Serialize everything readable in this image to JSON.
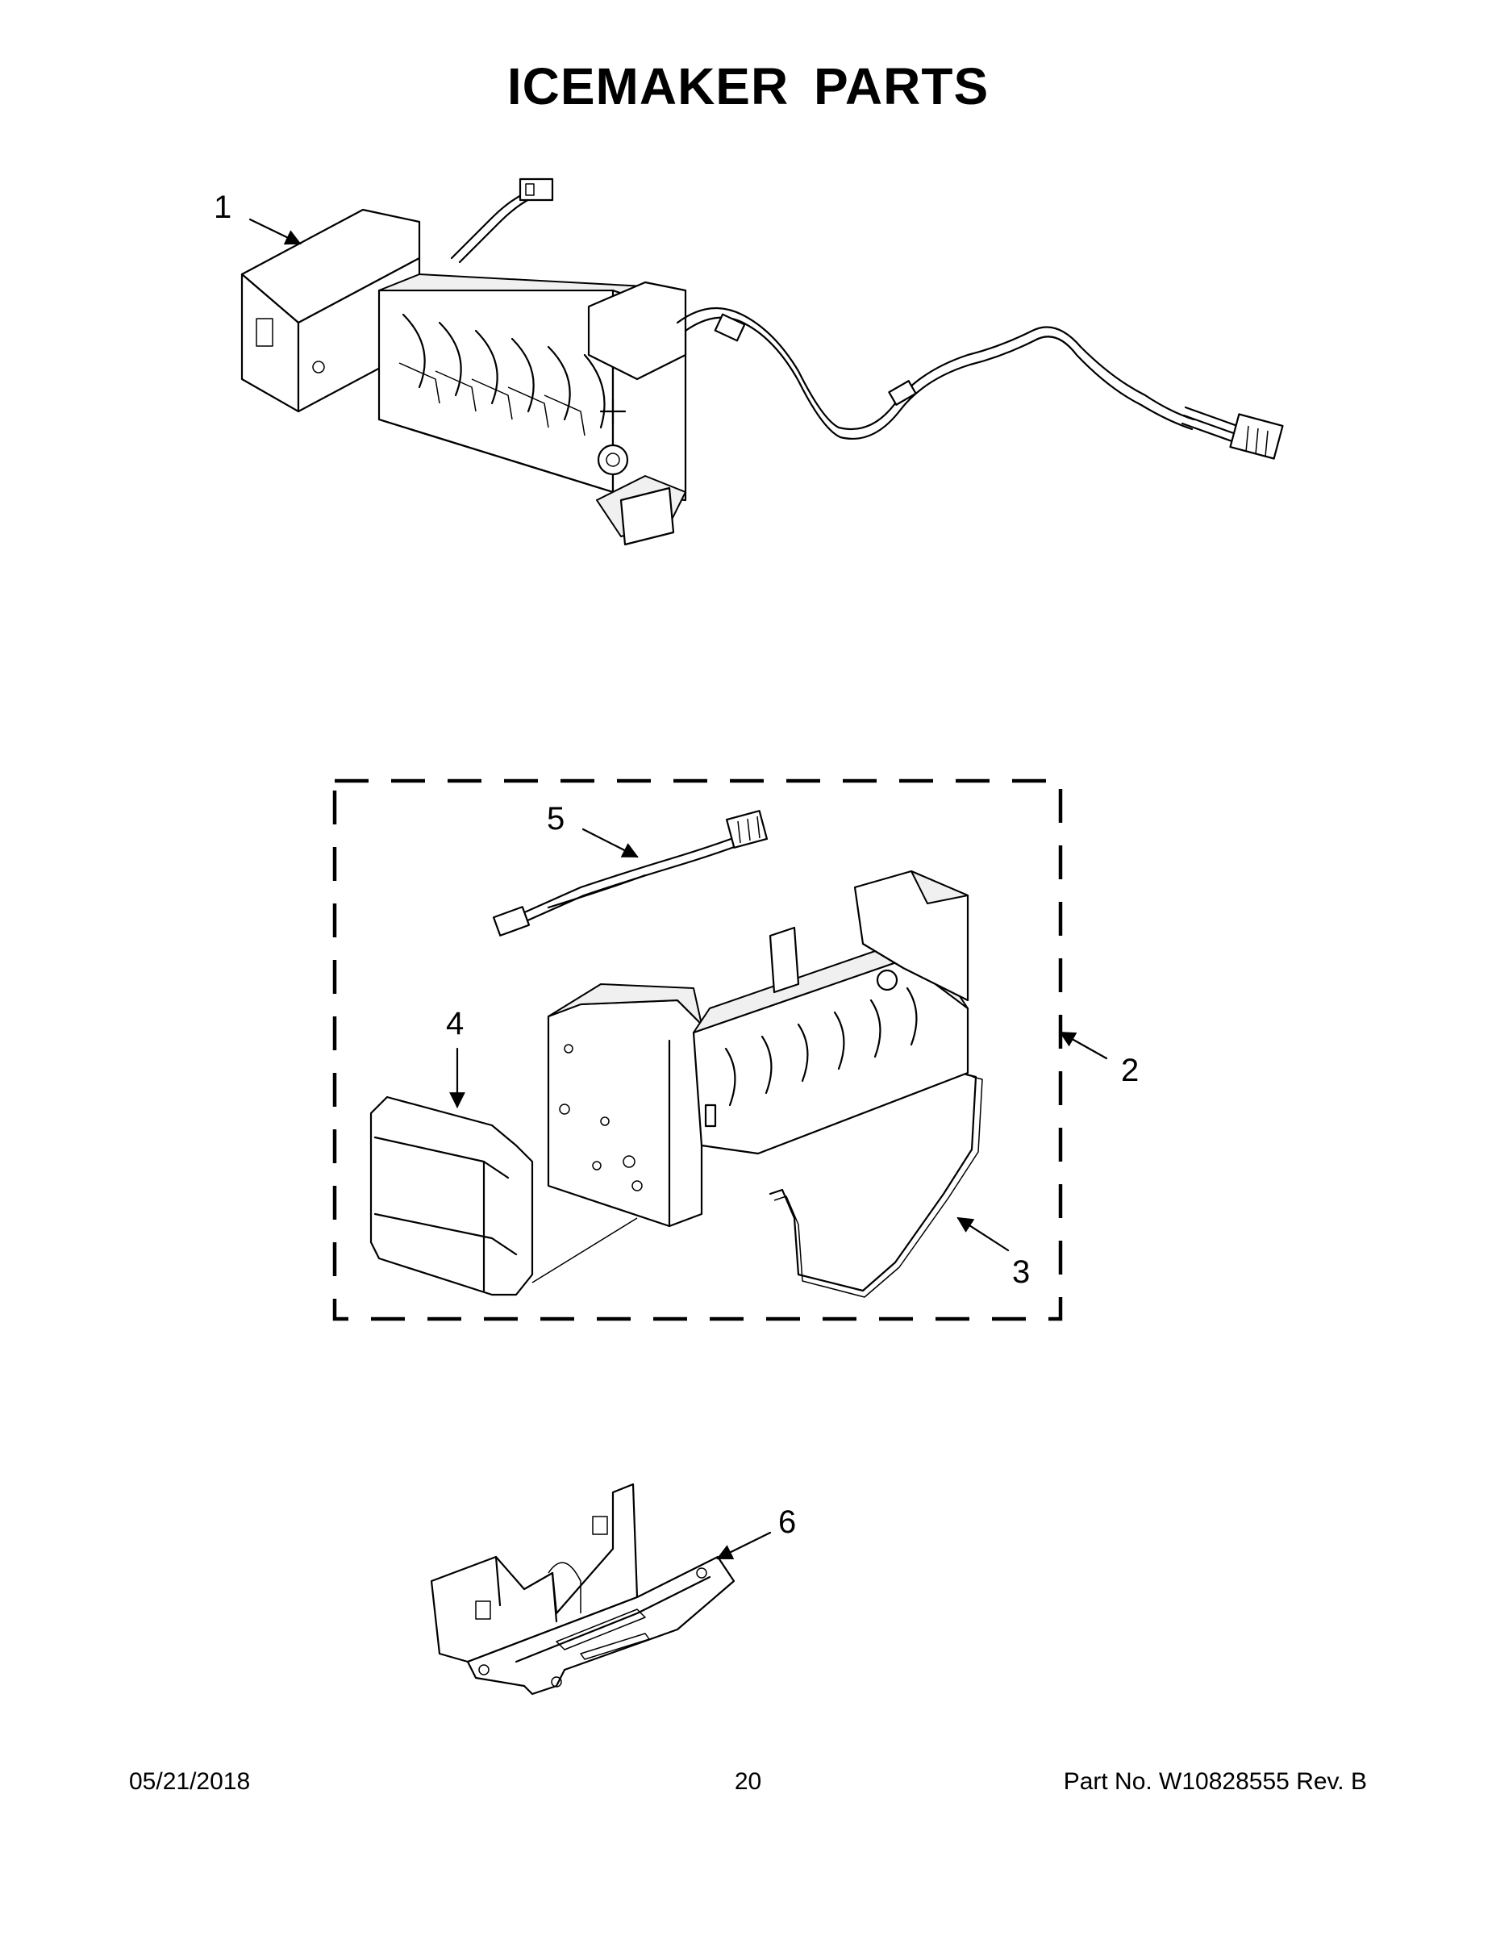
{
  "page": {
    "title": "ICEMAKER PARTS",
    "footer": {
      "date": "05/21/2018",
      "page_number": "20",
      "part_number": "Part No.  W10828555  Rev.  B"
    }
  },
  "callouts": [
    {
      "number": "1",
      "part": "icemaker-assembly-with-harness"
    },
    {
      "number": "2",
      "part": "icemaker-kit-group"
    },
    {
      "number": "3",
      "part": "shutoff-arm-wire"
    },
    {
      "number": "4",
      "part": "icemaker-cover"
    },
    {
      "number": "5",
      "part": "wire-harness"
    },
    {
      "number": "6",
      "part": "mounting-bracket"
    }
  ],
  "colors": {
    "ink": "#000000",
    "paper": "#ffffff"
  }
}
